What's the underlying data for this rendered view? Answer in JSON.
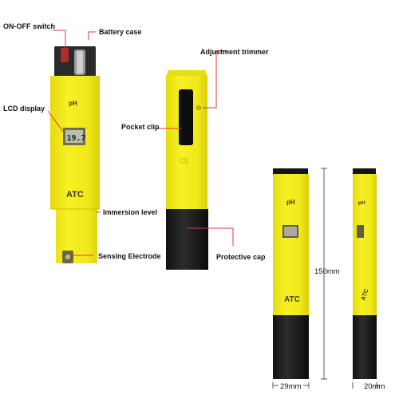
{
  "labels": {
    "on_off_switch": "ON-OFF switch",
    "battery_case": "Battery case",
    "lcd_display": "LCD display",
    "adjustment_trimmer": "Adjustment trimmer",
    "pocket_clip": "Pocket clip",
    "immersion_level": "Immersion level",
    "sensing_electrode": "Sensing Electrode",
    "protective_cap": "Protective cap"
  },
  "device_marks": {
    "ph": "pH",
    "atc": "ATC",
    "lcd_reading": "19.7",
    "ce": "CE"
  },
  "dimensions": {
    "height": "150mm",
    "width_front": "29mm",
    "width_side": "20mm"
  },
  "colors": {
    "body_yellow": "#f4ec1a",
    "cap_black": "#1c1c1c",
    "callout_red": "#e23a3a",
    "lcd_gray": "#b9bcae"
  }
}
